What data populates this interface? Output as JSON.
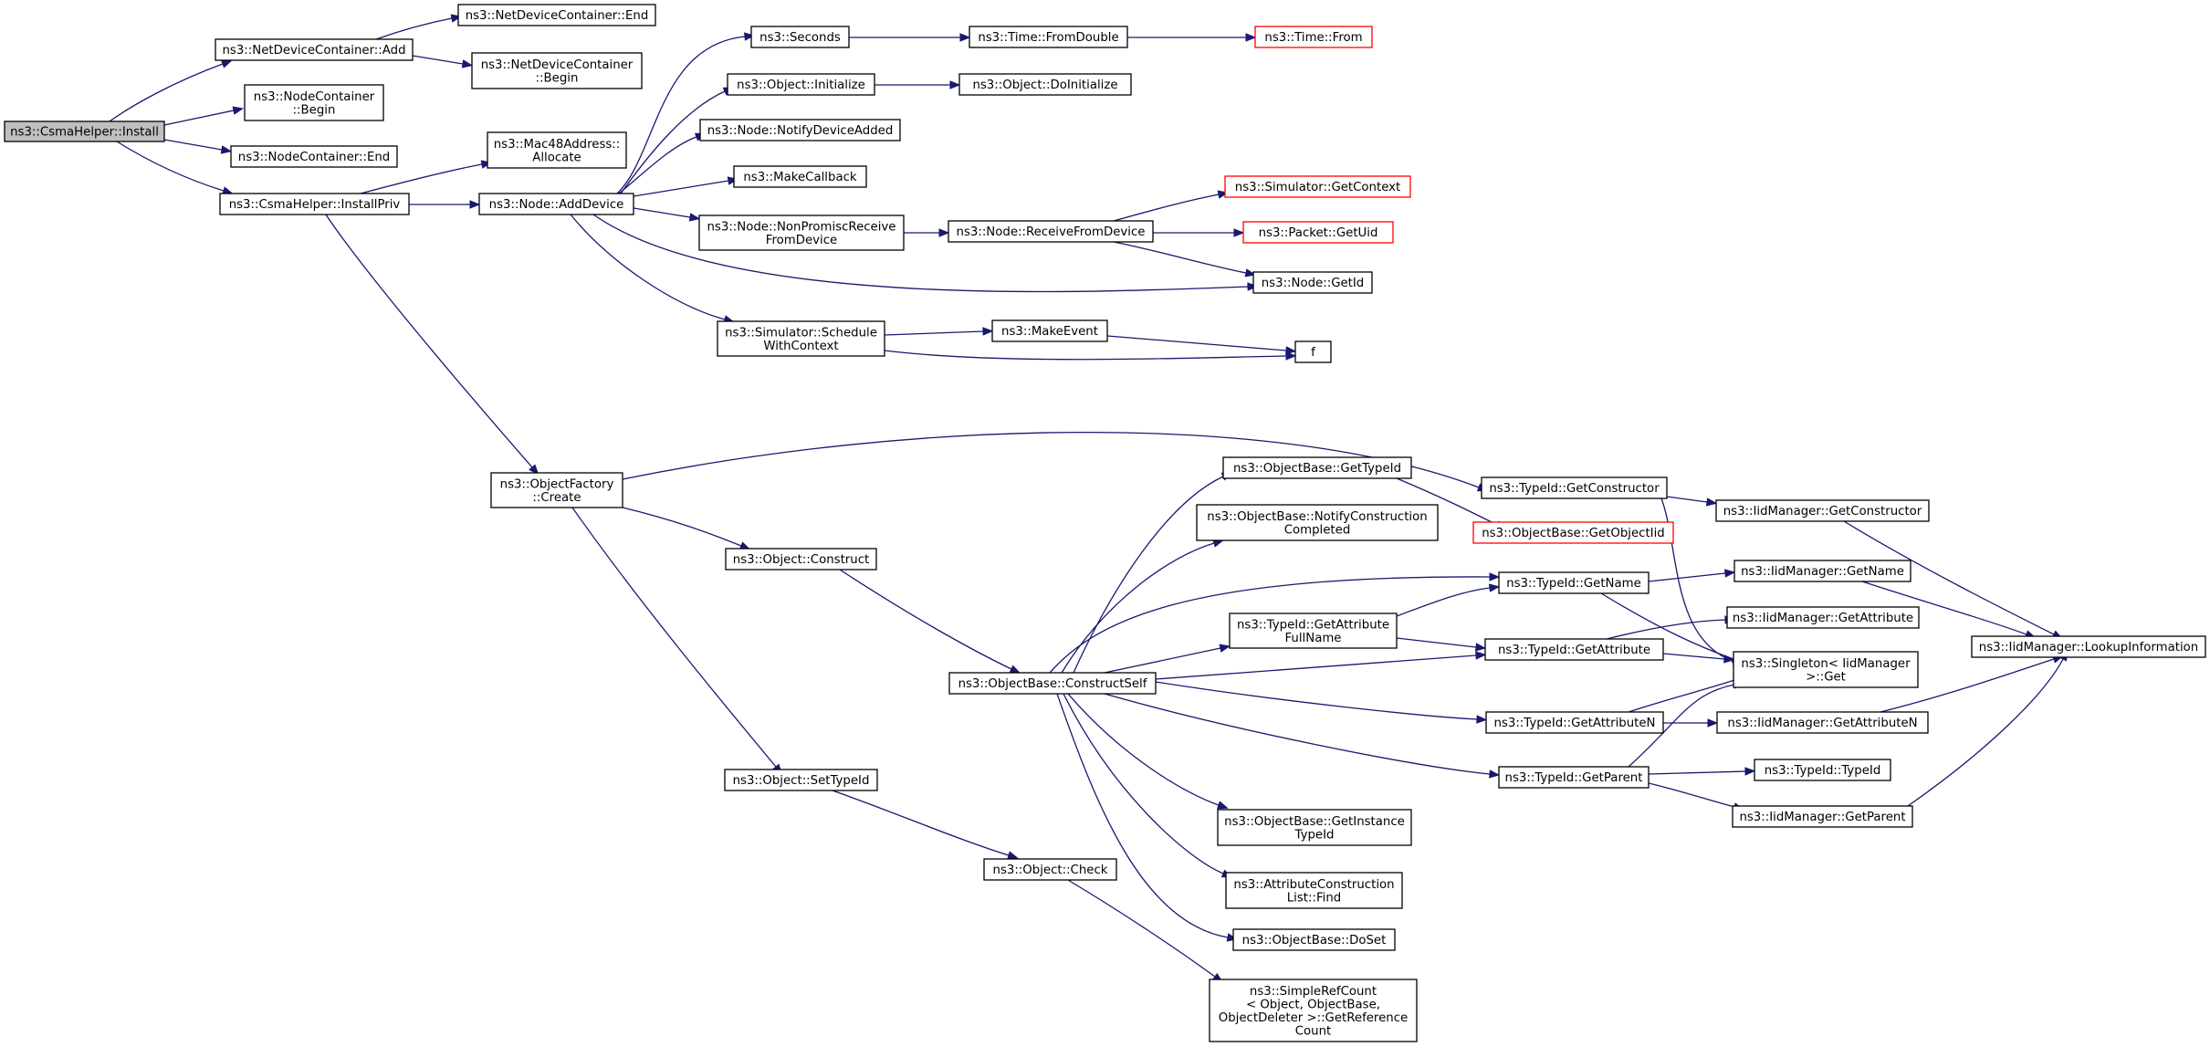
{
  "graph": {
    "edge_color": "#191970",
    "root_fill": "#bfbfbf",
    "undocumented_border": "#ff0000",
    "nodes": [
      {
        "id": "install",
        "lines": [
          "ns3::CsmaHelper::Install"
        ],
        "root": true
      },
      {
        "id": "ndc_add",
        "lines": [
          "ns3::NetDeviceContainer::Add"
        ]
      },
      {
        "id": "ndc_end",
        "lines": [
          "ns3::NetDeviceContainer::End"
        ]
      },
      {
        "id": "ndc_begin",
        "lines": [
          "ns3::NetDeviceContainer",
          "::Begin"
        ]
      },
      {
        "id": "nc_begin",
        "lines": [
          "ns3::NodeContainer",
          "::Begin"
        ]
      },
      {
        "id": "nc_end",
        "lines": [
          "ns3::NodeContainer::End"
        ]
      },
      {
        "id": "install_priv",
        "lines": [
          "ns3::CsmaHelper::InstallPriv"
        ]
      },
      {
        "id": "mac_alloc",
        "lines": [
          "ns3::Mac48Address::",
          "Allocate"
        ]
      },
      {
        "id": "add_device",
        "lines": [
          "ns3::Node::AddDevice"
        ]
      },
      {
        "id": "seconds",
        "lines": [
          "ns3::Seconds"
        ]
      },
      {
        "id": "from_double",
        "lines": [
          "ns3::Time::FromDouble"
        ]
      },
      {
        "id": "time_from",
        "lines": [
          "ns3::Time::From"
        ],
        "undocumented": true
      },
      {
        "id": "obj_init",
        "lines": [
          "ns3::Object::Initialize"
        ]
      },
      {
        "id": "obj_doinit",
        "lines": [
          "ns3::Object::DoInitialize"
        ]
      },
      {
        "id": "notify_dev",
        "lines": [
          "ns3::Node::NotifyDeviceAdded"
        ]
      },
      {
        "id": "make_cb",
        "lines": [
          "ns3::MakeCallback"
        ]
      },
      {
        "id": "nonpromisc",
        "lines": [
          "ns3::Node::NonPromiscReceive",
          "FromDevice"
        ]
      },
      {
        "id": "recv_from",
        "lines": [
          "ns3::Node::ReceiveFromDevice"
        ]
      },
      {
        "id": "get_context",
        "lines": [
          "ns3::Simulator::GetContext"
        ],
        "undocumented": true
      },
      {
        "id": "get_uid",
        "lines": [
          "ns3::Packet::GetUid"
        ],
        "undocumented": true
      },
      {
        "id": "get_id",
        "lines": [
          "ns3::Node::GetId"
        ]
      },
      {
        "id": "schedule",
        "lines": [
          "ns3::Simulator::Schedule",
          "WithContext"
        ]
      },
      {
        "id": "make_event",
        "lines": [
          "ns3::MakeEvent"
        ]
      },
      {
        "id": "f",
        "lines": [
          "f"
        ]
      },
      {
        "id": "of_create",
        "lines": [
          "ns3::ObjectFactory",
          "::Create"
        ]
      },
      {
        "id": "obj_construct",
        "lines": [
          "ns3::Object::Construct"
        ]
      },
      {
        "id": "set_typeid",
        "lines": [
          "ns3::Object::SetTypeId"
        ]
      },
      {
        "id": "obj_check",
        "lines": [
          "ns3::Object::Check"
        ]
      },
      {
        "id": "construct_self",
        "lines": [
          "ns3::ObjectBase::ConstructSelf"
        ]
      },
      {
        "id": "ob_gettypeid",
        "lines": [
          "ns3::ObjectBase::GetTypeId"
        ]
      },
      {
        "id": "ob_notify",
        "lines": [
          "ns3::ObjectBase::NotifyConstruction",
          "Completed"
        ]
      },
      {
        "id": "get_attr_full",
        "lines": [
          "ns3::TypeId::GetAttribute",
          "FullName"
        ]
      },
      {
        "id": "ob_getinst",
        "lines": [
          "ns3::ObjectBase::GetInstance",
          "TypeId"
        ]
      },
      {
        "id": "acl_find",
        "lines": [
          "ns3::AttributeConstruction",
          "List::Find"
        ]
      },
      {
        "id": "ob_doset",
        "lines": [
          "ns3::ObjectBase::DoSet"
        ]
      },
      {
        "id": "simple_ref",
        "lines": [
          "ns3::SimpleRefCount",
          "< Object, ObjectBase,",
          "ObjectDeleter >::GetReference",
          "Count"
        ]
      },
      {
        "id": "tid_getctor",
        "lines": [
          "ns3::TypeId::GetConstructor"
        ]
      },
      {
        "id": "ob_getobjtid",
        "lines": [
          "ns3::ObjectBase::GetObjectIid"
        ],
        "undocumented": true
      },
      {
        "id": "tid_getname",
        "lines": [
          "ns3::TypeId::GetName"
        ]
      },
      {
        "id": "tid_getattr",
        "lines": [
          "ns3::TypeId::GetAttribute"
        ]
      },
      {
        "id": "tid_getattrn",
        "lines": [
          "ns3::TypeId::GetAttributeN"
        ]
      },
      {
        "id": "tid_getparent",
        "lines": [
          "ns3::TypeId::GetParent"
        ]
      },
      {
        "id": "iid_getctor",
        "lines": [
          "ns3::IidManager::GetConstructor"
        ]
      },
      {
        "id": "iid_getname",
        "lines": [
          "ns3::IidManager::GetName"
        ]
      },
      {
        "id": "iid_getattr",
        "lines": [
          "ns3::IidManager::GetAttribute"
        ]
      },
      {
        "id": "singleton",
        "lines": [
          "ns3::Singleton< IidManager",
          ">::Get"
        ]
      },
      {
        "id": "iid_getattrn",
        "lines": [
          "ns3::IidManager::GetAttributeN"
        ]
      },
      {
        "id": "tid_typeid",
        "lines": [
          "ns3::TypeId::TypeId"
        ]
      },
      {
        "id": "iid_getparent",
        "lines": [
          "ns3::IidManager::GetParent"
        ]
      },
      {
        "id": "lookup",
        "lines": [
          "ns3::IidManager::LookupInformation"
        ]
      }
    ]
  }
}
